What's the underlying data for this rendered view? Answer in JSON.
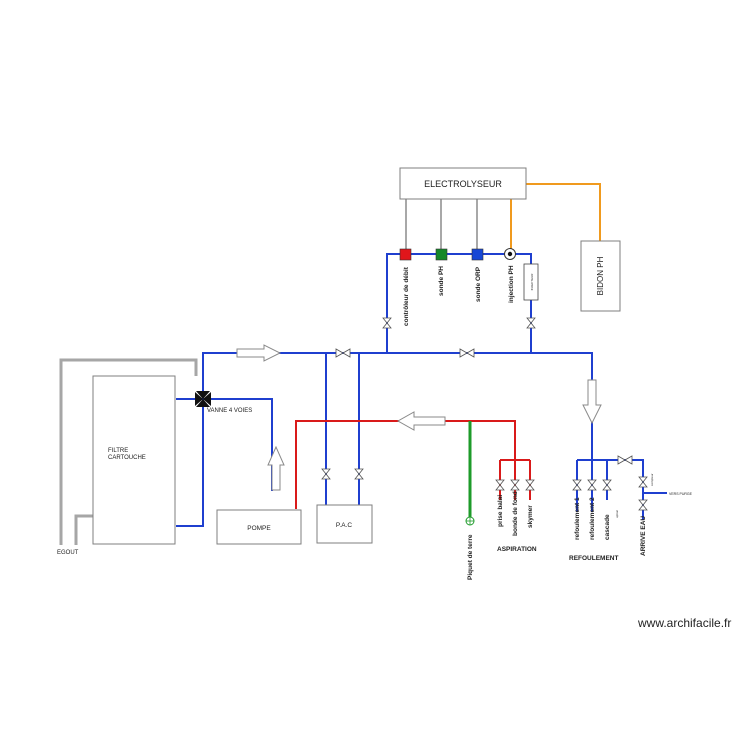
{
  "diagram": {
    "electrolyseur": "ELECTROLYSEUR",
    "bidon_ph": "BIDON PH",
    "filtre_line1": "FILTRE",
    "filtre_line2": "CARTOUCHE",
    "vanne_4_voies": "VANNE 4 VOIES",
    "pompe": "POMPE",
    "pac": "P.A.C",
    "egout": "EGOUT",
    "controleur_debit": "contrôleur de débit",
    "sonde_ph": "sonde PH",
    "sonde_orp": "sonde ORP",
    "injection_ph": "injection PH",
    "inj_small": "INJECTEUR",
    "piquet_terre": "Piquet de terre",
    "prise_balai": "prise balai",
    "bonde_fond": "bonde de fond",
    "skimmer": "skymer",
    "aspiration": "ASPIRATION",
    "refoulement1": "refoulement 1",
    "refoulement2": "refoulement 2",
    "cascade": "cascade",
    "small_note": "option",
    "arrivee_eau": "ARRIVE EAU",
    "arrivee_small": "compteur",
    "villle_note": "VERS PURGE",
    "refoulement": "REFOULEMENT",
    "watermark": "www.archifacile.fr",
    "colors": {
      "pipe_blue": "#1f3fcf",
      "pipe_red": "#d91a1a",
      "ground_green": "#1e9b2a",
      "ph_orange": "#f09a1e",
      "evacuation_gray": "#a6a6a6",
      "sensor_red": "#e0161b",
      "sensor_green": "#14882a",
      "sensor_blue": "#1747d6"
    }
  }
}
